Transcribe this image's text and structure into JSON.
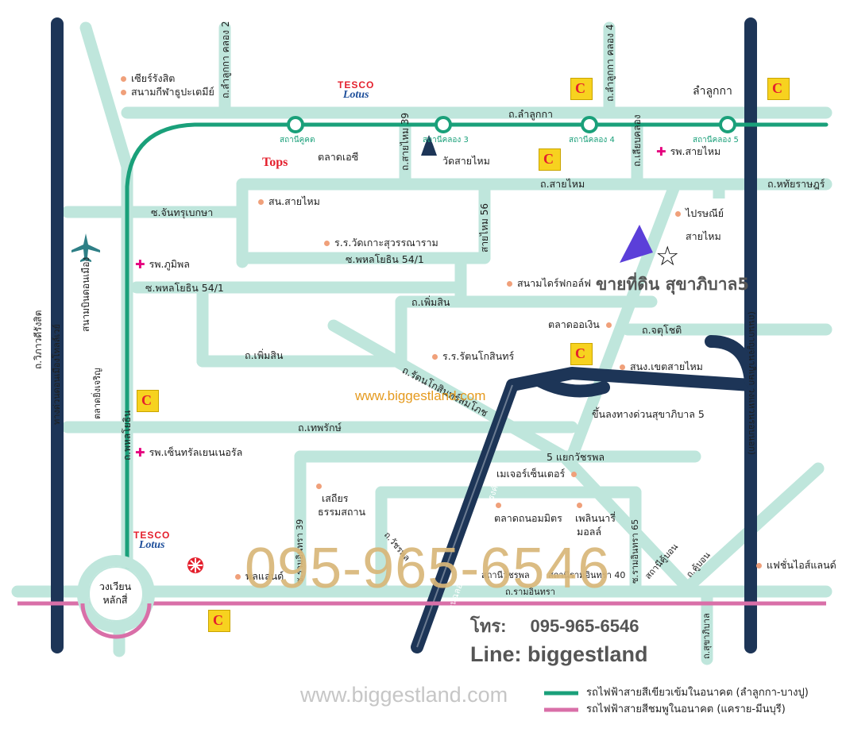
{
  "map": {
    "roads": {
      "lam_luk_ka": "ถ.ลำลูกกา",
      "lam_luk_ka_right": "ลำลูกกา",
      "sai_mai": "ถ.สายไหม",
      "hathai_rat": "ถ.หทัยราษฎร์",
      "soi_chan_krubeksa": "ซ.จันทรุเบกษา",
      "soi_phahon_54_1_a": "ซ.พหลโยธิน 54/1",
      "soi_phahon_54_1_b": "ซ.พหลโยธิน 54/1",
      "phoem_sin_a": "ถ.เพิ่มสิน",
      "phoem_sin_b": "ถ.เพิ่มสิน",
      "rat_kosin": "ถ.รัตนโกสินทร์สมโภช",
      "thep_rak": "ถ.เทพรักษ์",
      "chatu_chot": "ถ.จตุโชติ",
      "khlong_2": "ถ.ลำลูกกา คลอง 2",
      "khlong_4": "ถ.ลำลูกกา คลอง 4",
      "sai_mai_39": "ถ.สายไหม 39",
      "sai_mai_56": "สายไหม 56",
      "liap_khlong": "ถ.เลียบคลอง",
      "phahon_yothin": "ถ.พหลโยธิน",
      "vibhavadi": "ถ.วิภาวดีรังสิต",
      "tollway": "ทางด่วนดอนเมืองโทลล์เวย์",
      "don_mueang_airport": "สนามบินดอนเมือง",
      "outer_ring": "(ถนนกาญจนาภิเษก วงแหวนรอบนอก)",
      "ram_inthra": "ถ.รามอินทรา",
      "soi_ram_39": "ซ.รามอินทรา 39",
      "soi_ram_65": "ซ.รามอินทรา 65",
      "vatcharaphon": "ถ.วัชรพล",
      "khu_bon": "ถ.คู้บอน",
      "ram_inthra_expressway": "ทางด่วนฉลองรัช (รามอินทรา-อาจณรงค์)",
      "intersection_5": "5 แยกวัชรพล",
      "expressway_exit": "ขึ้นลงทางด่วนสุขาภิบาล 5",
      "wongwian": "วงเวียน",
      "lak_si": "หลักสี่",
      "sukhaphiban_lower": "ถ.สุขาภิบาล"
    },
    "stations": {
      "khu_khot": "สถานีคูคต",
      "khlong_3": "สถานีคลอง 3",
      "khlong_4": "สถานีคลอง 4",
      "khlong_5": "สถานีคลอง 5",
      "vatcharaphon": "สถานีวัชรพล",
      "ram_40": "สถานีรามอินทรา 40",
      "khu_bon": "สถานีคู้บอน"
    },
    "places": {
      "zeer_rangsit": "เซียร์รังสิต",
      "thupatemi": "สนามกีฬาธูปะเตมีย์",
      "talad_ai": "ตลาดเอซี",
      "wat_sai_mai": "วัดสายไหม",
      "sai_mai_hospital": "รพ.สายไหม",
      "sai_mai_district": "สน.สายไหม",
      "wat_ko_school": "ร.ร.วัดเกาะสุวรรณาราม",
      "bhumibol_hospital": "รพ.ภูมิพล",
      "post_office_1": "ไปรษณีย์",
      "post_office_2": "สายไหม",
      "golf": "สนามไดร์ฟกอล์ฟ",
      "talad_or_ngoen": "ตลาดออเงิน",
      "rattanakosin_school": "ร.ร.รัตนโกสินทร์",
      "khet_sai_mai": "สนง.เขตสายไหม",
      "talad_yingcharoen": "ตลาดยิ่งเจริญ",
      "central_hospital": "รพ.เซ็นทรัลเยนเนอรัล",
      "major_center": "เมเจอร์เซ็นเตอร์",
      "sathien_1": "เสถียร",
      "sathien_2": "ธรรมสถาน",
      "talad_anomit": "ตลาดถนอมมิตร",
      "plearnary_1": "เพลินนารี่",
      "plearnary_2": "มอลล์",
      "fashion_island": "แฟชั่นไอส์แลนด์",
      "central_short": "พลแลนด์"
    },
    "brands": {
      "tesco_1": "TESCO",
      "tesco_2": "Lotus",
      "tops": "Tops",
      "bigc": "C"
    },
    "marker": {
      "title": "ขายที่ดิน สุขาภิบาล5",
      "star": "☆"
    },
    "watermarks": {
      "website": "www.biggestland.com",
      "phone_big": "095-965-6546"
    },
    "contact": {
      "tel_label": "โทร:",
      "tel": "095-965-6546",
      "line": "Line: biggestland"
    },
    "legend": [
      {
        "label": "รถไฟฟ้าสายสีเขียวเข้มในอนาคต (ลำลูกกา-บางปู)",
        "color": "#1aa07a"
      },
      {
        "label": "รถไฟฟ้าสายสีชมพูในอนาคต (แคราย-มีนบุรี)",
        "color": "#d96fa8"
      }
    ],
    "colors": {
      "minor_road": "#bfe6dc",
      "major_road": "#1d3557",
      "green_line": "#1aa07a",
      "pink_line": "#d96fa8",
      "marker": "#5b3fd9"
    }
  }
}
